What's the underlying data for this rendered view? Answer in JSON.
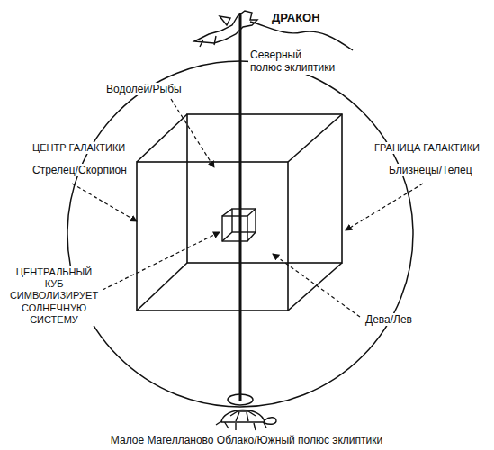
{
  "diagram": {
    "labels": [
      "ДРАКОН",
      "Северный полюс эклиптики",
      "Водолей/Рыбы",
      "ЦЕНТР ГАЛАКТИКИ",
      "Стрелец/Скорпион",
      "ГРАНИЦА ГАЛАКТИКИ",
      "Близнецы/Телец",
      "ЦЕНТРАЛЬНЫЙ КУБ СИМВОЛИЗИРУЕТ СОЛНЕЧНУЮ СИСТЕМУ",
      "Дева/Лев",
      "Малое Магелланово Облако/Южный полюс эклиптики"
    ]
  }
}
